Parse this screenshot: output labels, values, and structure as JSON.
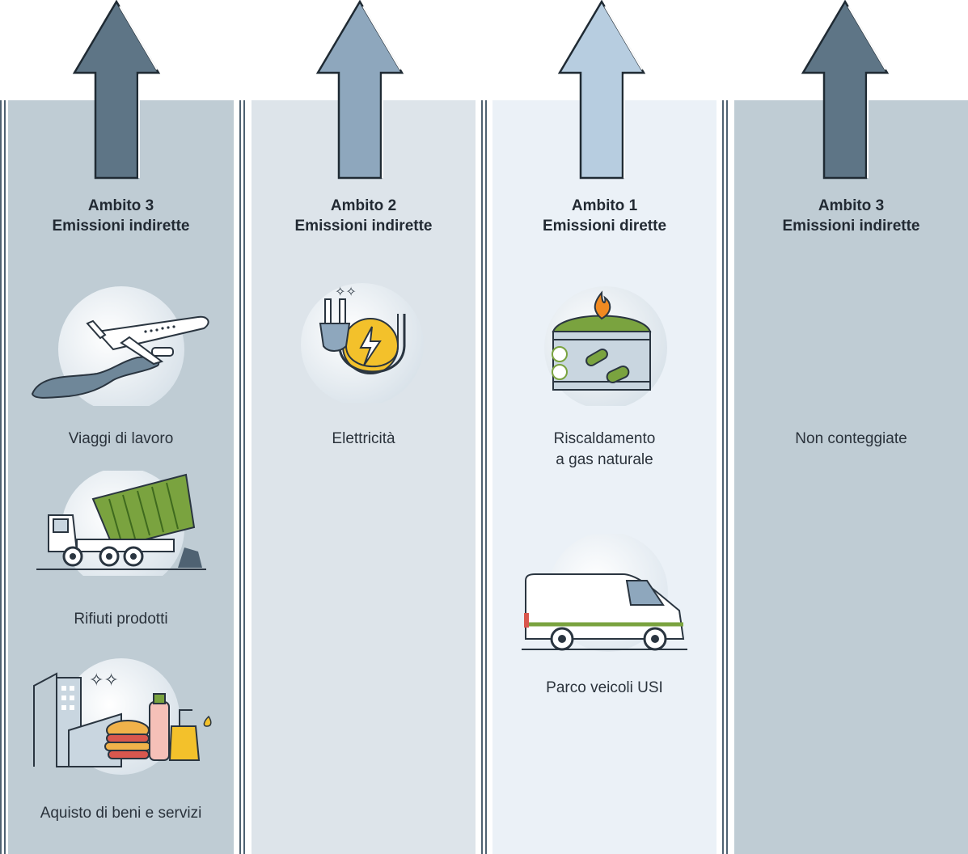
{
  "columns": [
    {
      "scope": "Ambito 3",
      "type": "Emissioni indirette",
      "arrow_color": "#5e7586",
      "items": [
        {
          "label": "Viaggi di lavoro",
          "icon": "airplane-icon"
        },
        {
          "label": "Rifiuti prodotti",
          "icon": "garbage-truck-icon"
        },
        {
          "label": "Aquisto di beni e servizi",
          "icon": "goods-icon"
        }
      ]
    },
    {
      "scope": "Ambito 2",
      "type": "Emissioni indirette",
      "arrow_color": "#8ea7bd",
      "items": [
        {
          "label": "Elettricità",
          "icon": "electric-plug-icon"
        }
      ]
    },
    {
      "scope": "Ambito 1",
      "type": "Emissioni dirette",
      "arrow_color": "#b7cde0",
      "items": [
        {
          "label": "Riscaldamento",
          "label_line2": "a gas naturale",
          "icon": "gas-tank-icon"
        },
        {
          "label": "Parco veicoli USI",
          "icon": "van-icon"
        }
      ]
    },
    {
      "scope": "Ambito 3",
      "type": "Emissioni indirette",
      "arrow_color": "#5e7586",
      "items": [
        {
          "label": "Non conteggiate"
        }
      ]
    }
  ]
}
